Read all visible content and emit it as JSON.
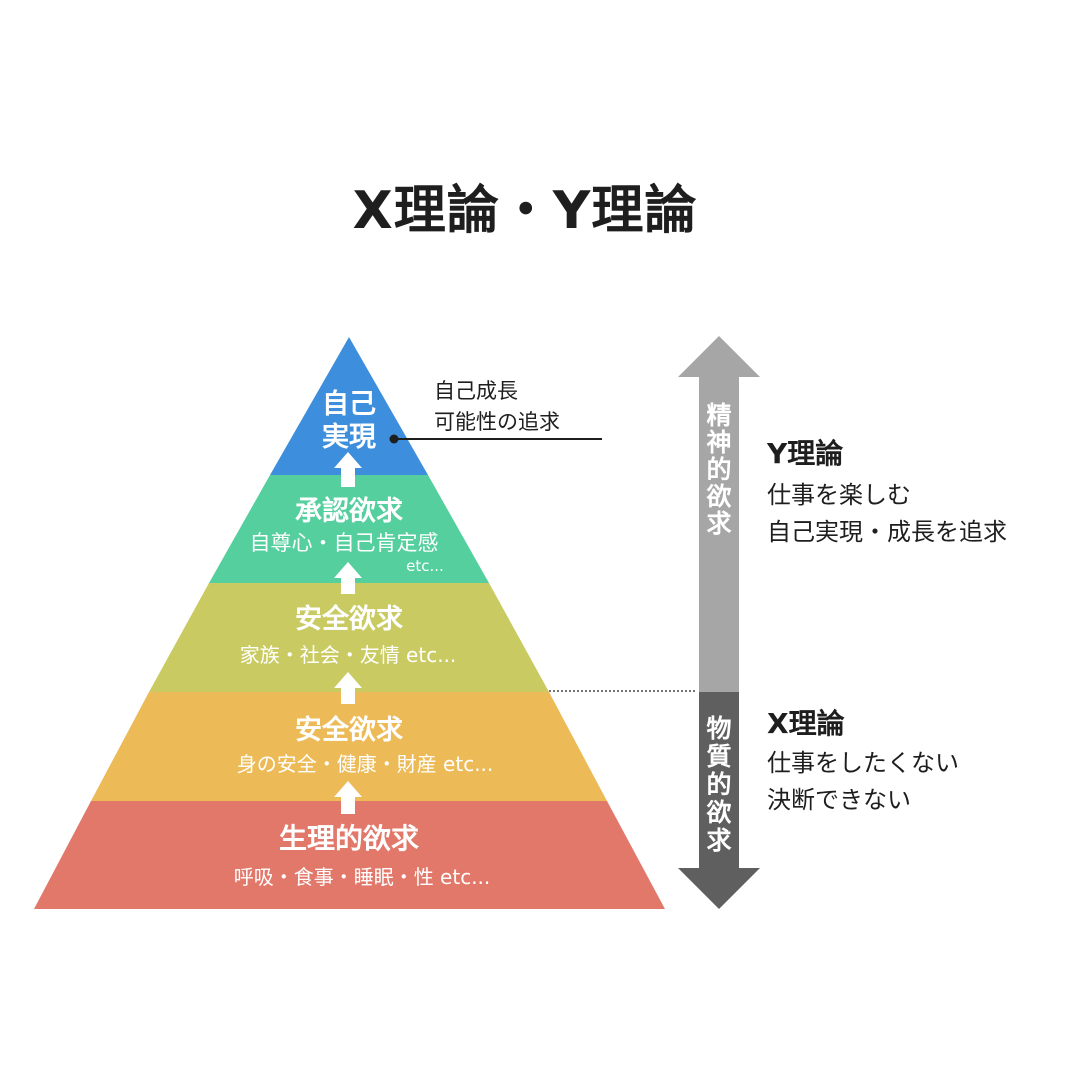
{
  "title": "X理論・Y理論",
  "pyramid": {
    "tiers": [
      {
        "title_lines": [
          "自己",
          "実現"
        ],
        "subtitle": "",
        "color": "#3d8fdd"
      },
      {
        "title_lines": [
          "承認欲求"
        ],
        "subtitle": "自尊心・自己肯定感",
        "etc": "etc...",
        "color": "#56cf9f"
      },
      {
        "title_lines": [
          "安全欲求"
        ],
        "subtitle": "家族・社会・友情 etc...",
        "color": "#c9cb62"
      },
      {
        "title_lines": [
          "安全欲求"
        ],
        "subtitle": "身の安全・健康・財産 etc...",
        "color": "#ecbb58"
      },
      {
        "title_lines": [
          "生理的欲求"
        ],
        "subtitle": "呼吸・食事・睡眠・性 etc...",
        "color": "#e2786a"
      }
    ],
    "callout": {
      "lines": [
        "自己成長",
        "可能性の追求"
      ]
    }
  },
  "scale": {
    "upper_label": "精神的欲求",
    "lower_label": "物質的欲求",
    "upper_color": "#a6a6a6",
    "lower_color": "#5f5f5f"
  },
  "theories": {
    "y": {
      "title": "Y理論",
      "lines": [
        "仕事を楽しむ",
        "自己実現・成長を追求"
      ]
    },
    "x": {
      "title": "X理論",
      "lines": [
        "仕事をしたくない",
        "決断できない"
      ]
    }
  }
}
